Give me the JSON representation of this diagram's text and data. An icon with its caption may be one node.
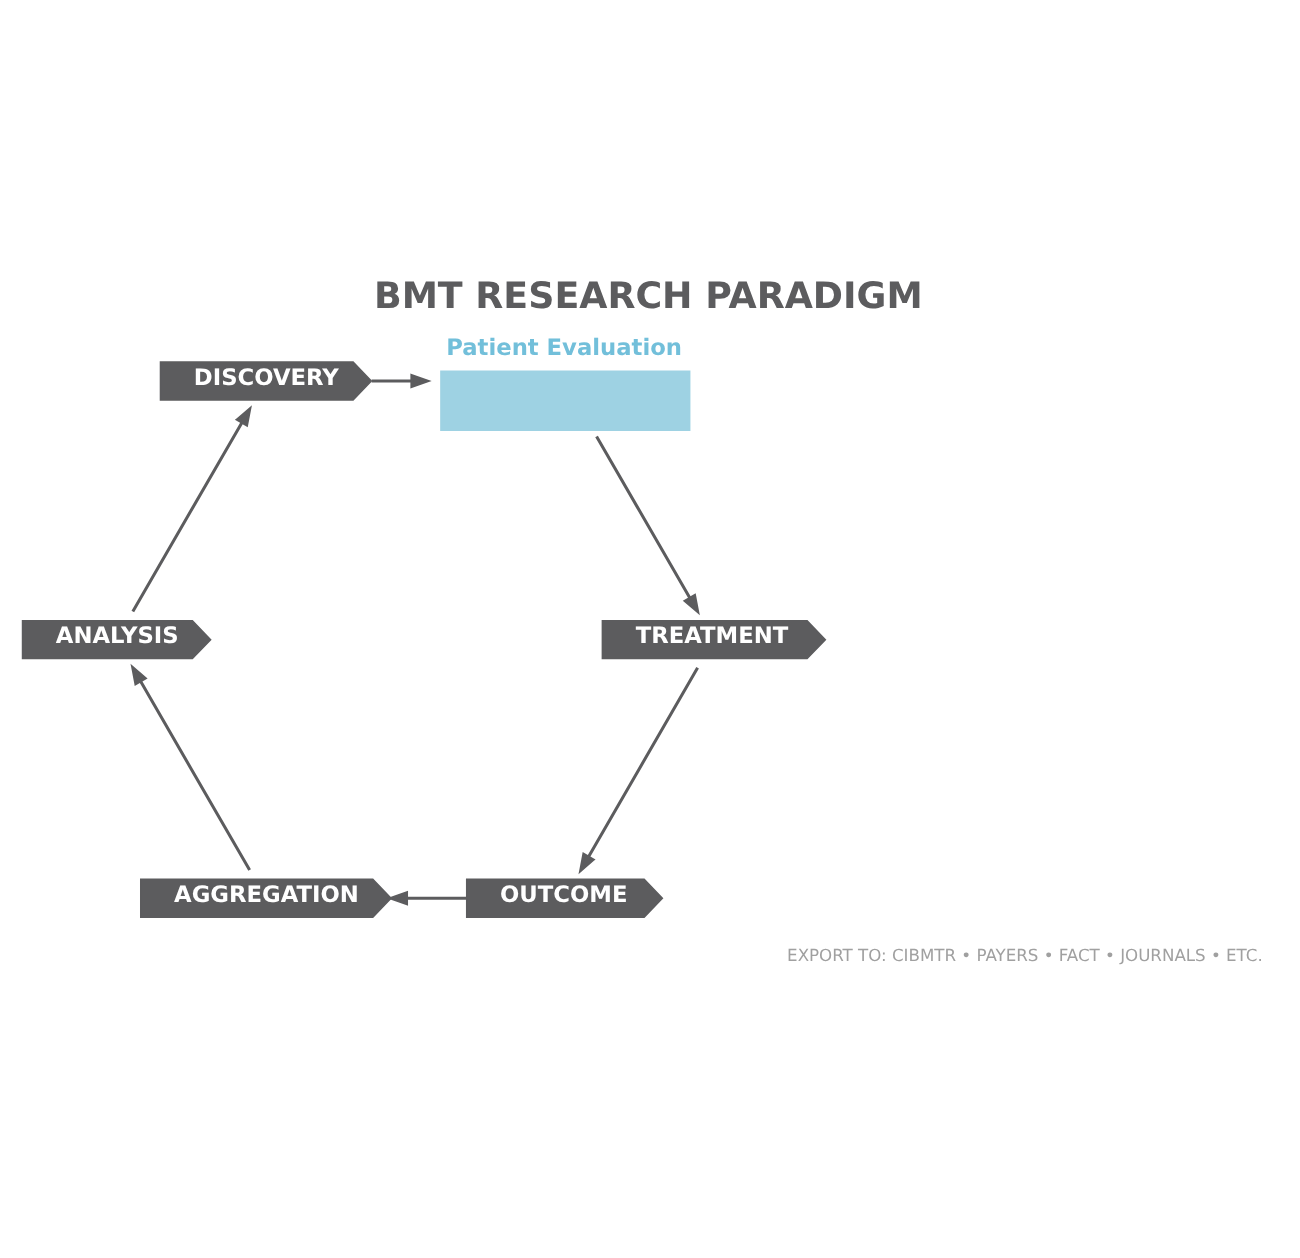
{
  "diagram": {
    "title": "BMT RESEARCH PARADIGM",
    "nodes": [
      {
        "text": [
          "DISCOVERY"
        ]
      },
      {
        "text": [
          "Patient Evaluation"
        ]
      },
      {
        "text": [
          "TREATMENT"
        ]
      },
      {
        "text": [
          "OUTCOME"
        ]
      },
      {
        "text": [
          "AGGREGATION"
        ]
      },
      {
        "text": [
          "ANALYSIS"
        ]
      }
    ],
    "edges": [
      {
        "from": 0,
        "to": 1,
        "arrow": "to"
      },
      {
        "from": 1,
        "to": 2,
        "arrow": "to"
      },
      {
        "from": 2,
        "to": 3,
        "arrow": "to"
      },
      {
        "from": 3,
        "to": 4,
        "arrow": "to"
      },
      {
        "from": 4,
        "to": 5,
        "arrow": "to"
      },
      {
        "from": 5,
        "to": 0,
        "arrow": "to"
      }
    ],
    "labels": [
      "EXPORT TO: CIBMTR • PAYERS • FACT • JOURNALS • ETC."
    ]
  }
}
